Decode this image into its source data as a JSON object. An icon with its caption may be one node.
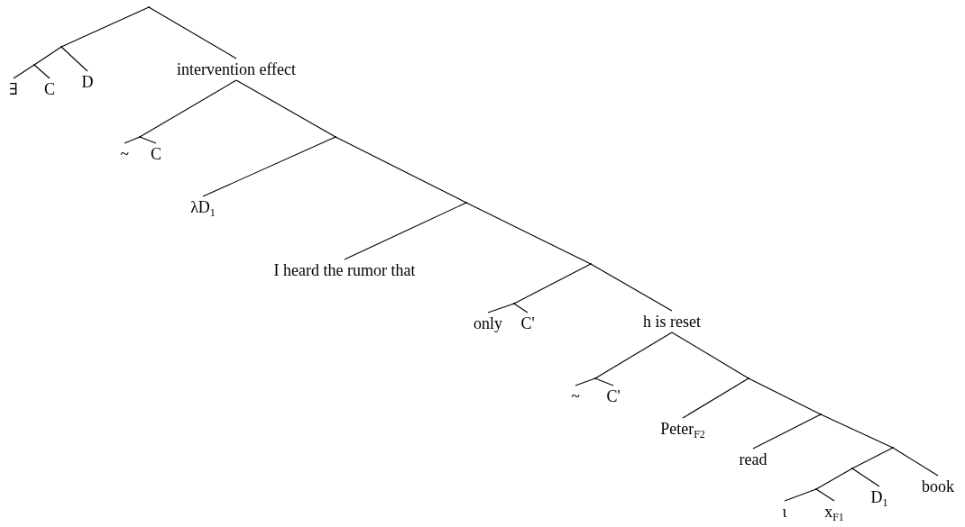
{
  "diagram": {
    "nodes": [
      {
        "text": [],
        "shape": "point"
      },
      {
        "text": [],
        "shape": "point"
      },
      {
        "text": [],
        "shape": "point"
      },
      {
        "text": [
          "∃"
        ]
      },
      {
        "text": [
          "C"
        ]
      },
      {
        "text": [
          "D"
        ]
      },
      {
        "text": [
          "intervention effect"
        ]
      },
      {
        "text": [],
        "shape": "point"
      },
      {
        "text": [
          "~"
        ]
      },
      {
        "text": [
          "C"
        ]
      },
      {
        "text": [],
        "shape": "point"
      },
      {
        "text": [
          "λD$_{1}$"
        ]
      },
      {
        "text": [],
        "shape": "point"
      },
      {
        "text": [
          "I heard the rumor that"
        ]
      },
      {
        "text": [],
        "shape": "point"
      },
      {
        "text": [],
        "shape": "point"
      },
      {
        "text": [
          "only"
        ]
      },
      {
        "text": [
          "C'"
        ]
      },
      {
        "text": [
          "h is reset"
        ]
      },
      {
        "text": [],
        "shape": "point"
      },
      {
        "text": [
          "~"
        ]
      },
      {
        "text": [
          "C'"
        ]
      },
      {
        "text": [],
        "shape": "point"
      },
      {
        "text": [
          "Peter$_{F2}$"
        ]
      },
      {
        "text": [],
        "shape": "point"
      },
      {
        "text": [
          "read"
        ]
      },
      {
        "text": [],
        "shape": "point"
      },
      {
        "text": [],
        "shape": "point"
      },
      {
        "text": [],
        "shape": "point"
      },
      {
        "text": [
          "ι"
        ]
      },
      {
        "text": [
          "x$_{F1}$"
        ]
      },
      {
        "text": [
          "D$_{1}$"
        ]
      },
      {
        "text": [
          "book"
        ]
      }
    ],
    "edges": [
      {
        "from": 0,
        "to": 1,
        "arrow": "none"
      },
      {
        "from": 1,
        "to": 2,
        "arrow": "none"
      },
      {
        "from": 2,
        "to": 3,
        "arrow": "none"
      },
      {
        "from": 2,
        "to": 4,
        "arrow": "none"
      },
      {
        "from": 1,
        "to": 5,
        "arrow": "none"
      },
      {
        "from": 0,
        "to": 6,
        "arrow": "none"
      },
      {
        "from": 6,
        "to": 7,
        "arrow": "none"
      },
      {
        "from": 7,
        "to": 8,
        "arrow": "none"
      },
      {
        "from": 7,
        "to": 9,
        "arrow": "none"
      },
      {
        "from": 6,
        "to": 10,
        "arrow": "none"
      },
      {
        "from": 10,
        "to": 11,
        "arrow": "none"
      },
      {
        "from": 10,
        "to": 12,
        "arrow": "none"
      },
      {
        "from": 12,
        "to": 13,
        "arrow": "none"
      },
      {
        "from": 12,
        "to": 14,
        "arrow": "none"
      },
      {
        "from": 14,
        "to": 15,
        "arrow": "none"
      },
      {
        "from": 15,
        "to": 16,
        "arrow": "none"
      },
      {
        "from": 15,
        "to": 17,
        "arrow": "none"
      },
      {
        "from": 14,
        "to": 18,
        "arrow": "none"
      },
      {
        "from": 18,
        "to": 19,
        "arrow": "none"
      },
      {
        "from": 19,
        "to": 20,
        "arrow": "none"
      },
      {
        "from": 19,
        "to": 21,
        "arrow": "none"
      },
      {
        "from": 18,
        "to": 22,
        "arrow": "none"
      },
      {
        "from": 22,
        "to": 23,
        "arrow": "none"
      },
      {
        "from": 22,
        "to": 24,
        "arrow": "none"
      },
      {
        "from": 24,
        "to": 25,
        "arrow": "none"
      },
      {
        "from": 24,
        "to": 26,
        "arrow": "none"
      },
      {
        "from": 26,
        "to": 27,
        "arrow": "none"
      },
      {
        "from": 27,
        "to": 28,
        "arrow": "none"
      },
      {
        "from": 28,
        "to": 29,
        "arrow": "none"
      },
      {
        "from": 28,
        "to": 30,
        "arrow": "none"
      },
      {
        "from": 27,
        "to": 31,
        "arrow": "none"
      },
      {
        "from": 26,
        "to": 32,
        "arrow": "none"
      }
    ]
  }
}
